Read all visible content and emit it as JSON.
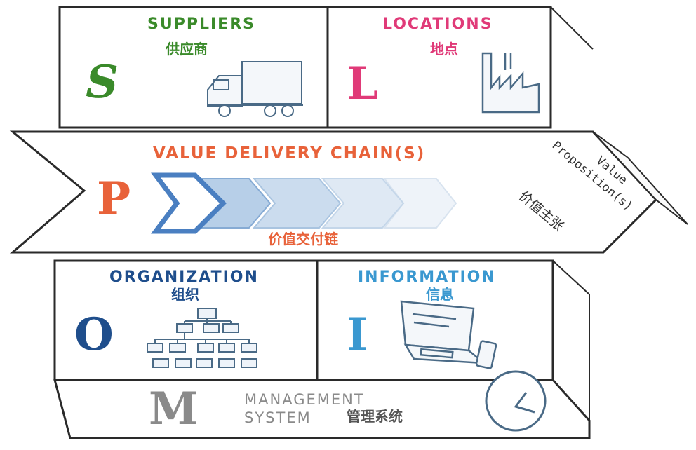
{
  "colors": {
    "suppliers": "#3a8a2a",
    "locations": "#e03a78",
    "value_chain": "#e8623a",
    "organization": "#1f4e8c",
    "information": "#3a98d0",
    "management": "#8a8a8a",
    "outline": "#2a2a2a"
  },
  "suppliers": {
    "title": "SUPPLIERS",
    "cn": "供应商",
    "letter": "S",
    "icon": "truck-icon"
  },
  "locations": {
    "title": "LOCATIONS",
    "cn": "地点",
    "letter": "L",
    "icon": "factory-icon"
  },
  "value_chain": {
    "title": "VALUE DELIVERY CHAIN(S)",
    "cn": "价值交付链",
    "letter": "P",
    "icon": "chevron-arrows-icon"
  },
  "value_proposition": {
    "line1": "Value",
    "line2": "Proposition(s)",
    "cn": "价值主张"
  },
  "organization": {
    "title": "ORGANIZATION",
    "cn": "组织",
    "letter": "O",
    "icon": "org-chart-icon"
  },
  "information": {
    "title": "INFORMATION",
    "cn": "信息",
    "letter": "I",
    "icon": "laptop-phone-icon"
  },
  "management": {
    "line1": "MANAGEMENT",
    "line2": "SYSTEM",
    "cn": "管理系统",
    "letter": "M",
    "icon": "clock-icon"
  }
}
